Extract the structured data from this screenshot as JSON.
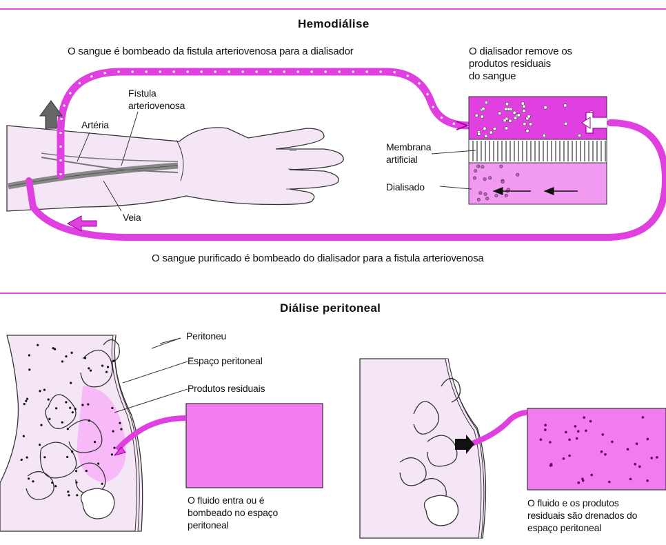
{
  "hemodialysis": {
    "title": "Hemodiálise",
    "label_pump_to_dialyzer": "O sangue é bombeado da fistula arteriovenosa para a dialisador",
    "label_dialyzer_removes": [
      "O dialisador remove os",
      "produtos residuais",
      "do sangue"
    ],
    "label_fistula": [
      "Fístula",
      "arteriovenosa"
    ],
    "label_artery": "Artéria",
    "label_vein": "Veia",
    "label_membrane": [
      "Membrana",
      "artificial"
    ],
    "label_dialysate": "Dialisado",
    "label_purified_return": "O sangue purificado é bombeado do dialisador para a fistula arteriovenosa"
  },
  "peritoneal": {
    "title": "Diálise peritoneal",
    "label_peritoneum": "Peritoneu",
    "label_peritoneal_space": "Espaço peritoneal",
    "label_waste_products": "Produtos residuais",
    "caption_fluid_in": [
      "O fluido entra ou é",
      "bombeado no espaço",
      "peritoneal"
    ],
    "caption_fluid_out": [
      "O fluido e os produtos",
      "residuais são drenados do",
      "espaço peritoneal"
    ]
  },
  "colors": {
    "accent": "#e84ae8",
    "tube": "#e040e0",
    "skin": "#f3e3f3",
    "fluid": "#f07cf0",
    "dialysate": "#f0a0f0"
  }
}
